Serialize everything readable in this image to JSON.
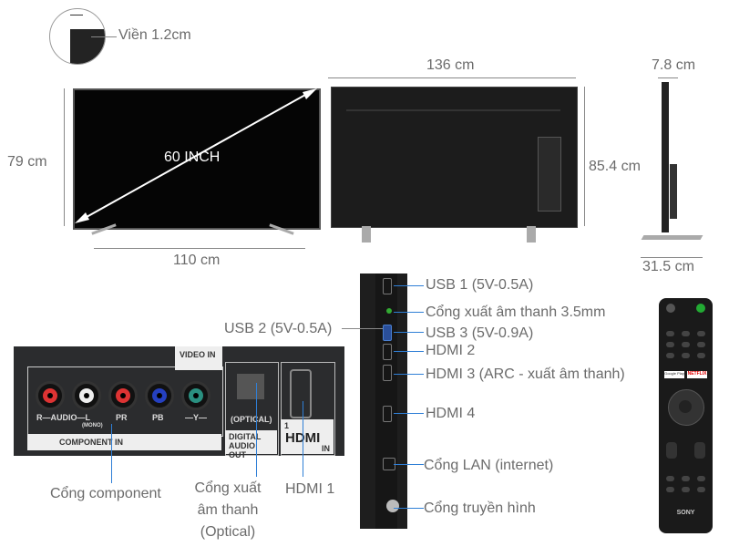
{
  "dimensions": {
    "bezel": "Viền 1.2cm",
    "front_height": "79 cm",
    "front_width": "110 cm",
    "screen_size": "60 INCH",
    "back_width": "136 cm",
    "back_height": "85.4 cm",
    "depth_top": "7.8 cm",
    "depth_stand": "31.5 cm"
  },
  "panel": {
    "video_in": "VIDEO IN",
    "audio_label": "R—AUDIO—L",
    "mono": "(MONO)",
    "pr": "PR",
    "pb": "PB",
    "y": "—Y—",
    "component_in": "COMPONENT IN",
    "optical": "(OPTICAL)",
    "digital_audio_out": "DIGITAL AUDIO OUT",
    "hdmi_num": "1",
    "hdmi_logo": "HDMI",
    "hdmi_in": "IN"
  },
  "side_ports": [
    "USB 1 (5V-0.5A)",
    "Cổng xuất âm thanh 3.5mm",
    "USB 3 (5V-0.9A)",
    "HDMI 2",
    "HDMI 3 (ARC - xuất âm thanh)",
    "HDMI 4",
    "Cổng LAN (internet)",
    "Cổng truyền hình"
  ],
  "usb2": "USB 2 (5V-0.5A)",
  "bottom_labels": {
    "component": "Cổng component",
    "optical_l1": "Cổng xuất",
    "optical_l2": "âm thanh",
    "optical_l3": "(Optical)",
    "hdmi1": "HDMI 1"
  },
  "remote": {
    "google_play": "Google Play",
    "netflix": "NETFLIX",
    "brand": "SONY"
  },
  "colors": {
    "leader": "#2f7fd6",
    "text": "#6b6b6b"
  }
}
